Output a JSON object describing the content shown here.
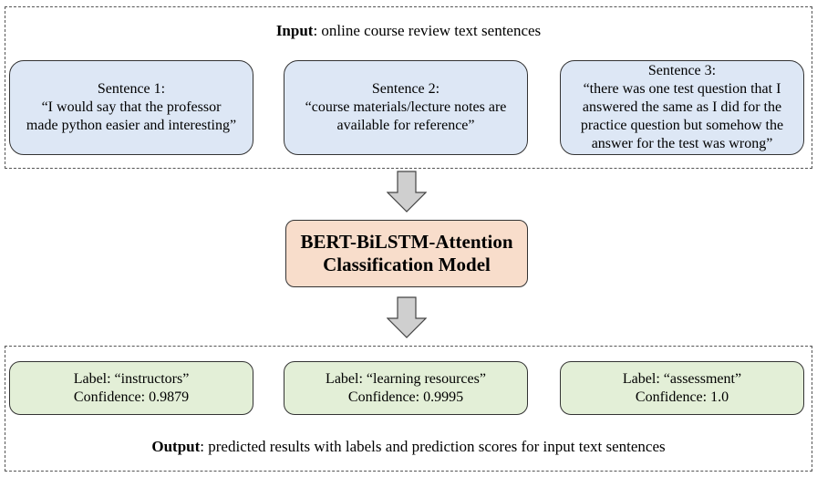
{
  "input": {
    "caption_bold": "Input",
    "caption_rest": ": online course review text sentences",
    "sentences": [
      {
        "title": "Sentence 1:",
        "lines": [
          "“I would say that the professor",
          "made python easier and interesting”"
        ]
      },
      {
        "title": "Sentence 2:",
        "lines": [
          "“course materials/lecture notes are",
          "available for reference”"
        ]
      },
      {
        "title": "Sentence 3:",
        "lines": [
          "“there was one test question that I",
          "answered the same as I did for the",
          "practice question but somehow the",
          "answer for the test was wrong”"
        ]
      }
    ]
  },
  "model": {
    "line1": "BERT-BiLSTM-Attention",
    "line2": "Classification Model"
  },
  "output": {
    "caption_bold": "Output",
    "caption_rest": ": predicted results with labels and prediction scores for input text sentences",
    "results": [
      {
        "label": "Label: “instructors”",
        "confidence": "Confidence: 0.9879"
      },
      {
        "label": "Label: “learning resources”",
        "confidence": "Confidence: 0.9995"
      },
      {
        "label": "Label: “assessment”",
        "confidence": "Confidence: 1.0"
      }
    ]
  }
}
